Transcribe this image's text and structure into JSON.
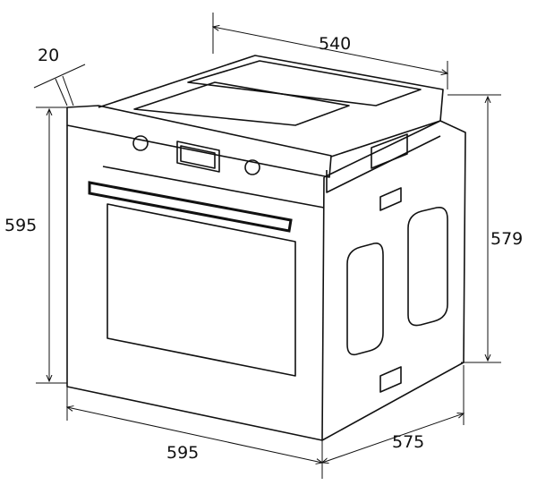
{
  "dimensions": {
    "panel_depth": "20",
    "width_top": "540",
    "height_front": "595",
    "height_side": "579",
    "width_front": "595",
    "depth_side": "575"
  },
  "colors": {
    "line": "#111111",
    "background": "#ffffff"
  }
}
